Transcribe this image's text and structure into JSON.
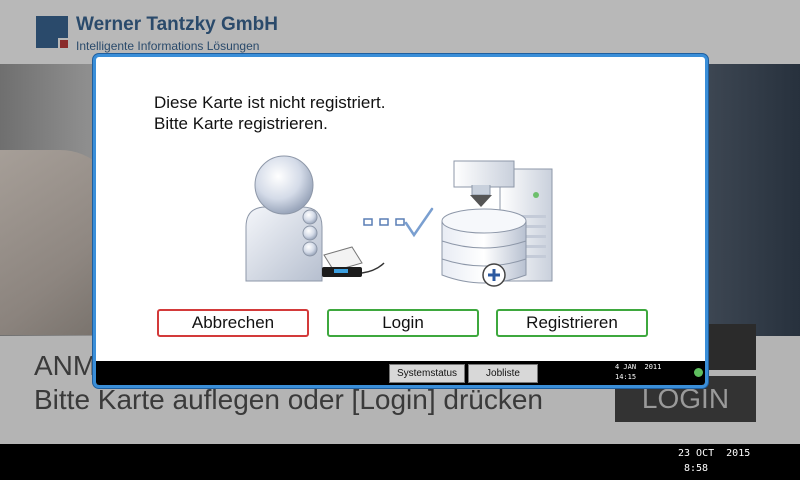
{
  "company": {
    "name": "Werner Tantzky GmbH",
    "tagline": "Intelligente Informations Lösungen"
  },
  "background_screen": {
    "line1": "ANM",
    "line2": "Bitte Karte auflegen oder [Login] drücken",
    "login_button": "LOGIN"
  },
  "dialog": {
    "message_line1": "Diese Karte ist nicht registriert.",
    "message_line2": "Bitte Karte registrieren.",
    "illustration_icons": [
      "user-with-card-icon",
      "transfer-dots-icon",
      "check-icon",
      "database-server-add-icon"
    ],
    "buttons": {
      "cancel": "Abbrechen",
      "login": "Login",
      "register": "Registrieren"
    },
    "status_bar": {
      "systemstatus": "Systemstatus",
      "jobliste": "Jobliste",
      "date": "4 JAN  2011",
      "time": "14:15"
    }
  },
  "system_bar": {
    "date": "23 OCT  2015",
    "time": "8:58"
  },
  "colors": {
    "dialog_border": "#3a8ed8",
    "cancel_border": "#d33a3a",
    "confirm_border": "#3ea83e",
    "brand": "#2a4a6b"
  }
}
